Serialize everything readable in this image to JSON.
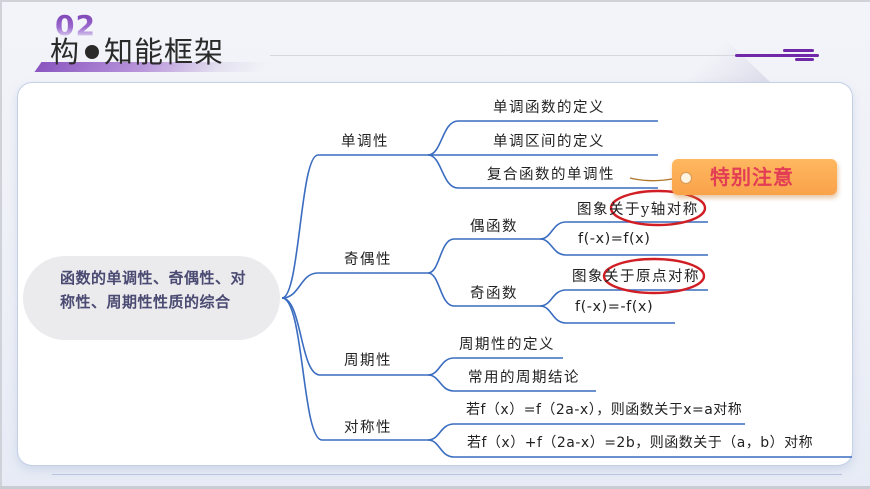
{
  "header": {
    "section_number": "02",
    "title_left": "构",
    "title_right": "知能框架"
  },
  "mindmap": {
    "root": "函数的单调性、奇偶性、对称性、周期性性质的综合",
    "branches": [
      {
        "label": "单调性",
        "children": [
          "单调函数的定义",
          "单调区间的定义",
          "复合函数的单调性"
        ]
      },
      {
        "label": "奇偶性",
        "children": [
          {
            "label": "偶函数",
            "children": [
              "图象关于y轴对称",
              "f(-x)=f(x)"
            ]
          },
          {
            "label": "奇函数",
            "children": [
              "图象关于原点对称",
              "f(-x)=-f(x)"
            ]
          }
        ]
      },
      {
        "label": "周期性",
        "children": [
          "周期性的定义",
          "常用的周期结论"
        ]
      },
      {
        "label": "对称性",
        "children": [
          "若f（x）=f（2a-x），则函数关于x=a对称",
          "若f（x）+f（2a-x）=2b，则函数关于（a，b）对称"
        ]
      }
    ],
    "annotation_tag": "特别注意",
    "highlights": [
      "关于y轴对称",
      "关于原点对称"
    ]
  },
  "colors": {
    "branch_line": "#3a6cc0",
    "highlight_circle": "#d11d24",
    "tag_fill": "#f9a24a",
    "tag_text": "#e23d55",
    "accent_purple": "#7028a8",
    "root_fill": "#ebebee",
    "root_text": "#4a4a72"
  }
}
